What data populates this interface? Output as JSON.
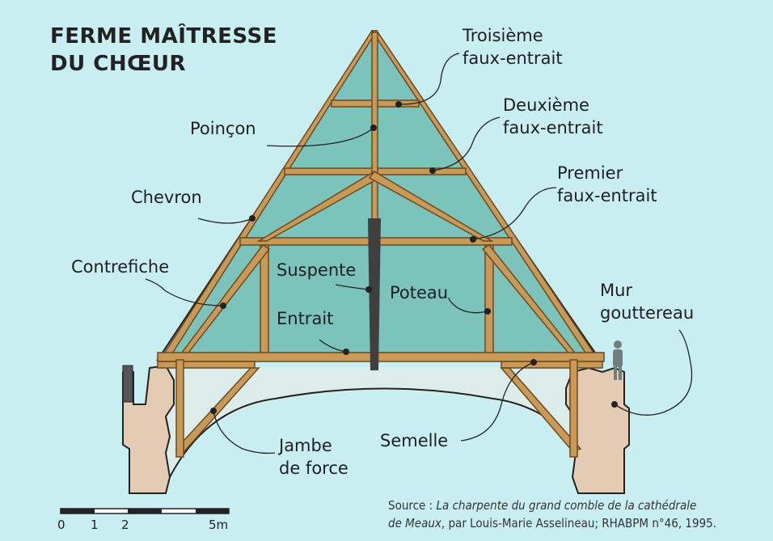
{
  "title": {
    "line1": "FERME MAÎTRESSE",
    "line2": "DU CHŒUR"
  },
  "labels": {
    "troisieme_1": "Troisième",
    "troisieme_2": "faux-entrait",
    "deuxieme_1": "Deuxième",
    "deuxieme_2": "faux-entrait",
    "premier_1": "Premier",
    "premier_2": "faux-entrait",
    "poincon": "Poinçon",
    "chevron": "Chevron",
    "contrefiche": "Contrefiche",
    "suspente": "Suspente",
    "poteau": "Poteau",
    "entrait": "Entrait",
    "mur_1": "Mur",
    "mur_2": "gouttereau",
    "jambe_1": "Jambe",
    "jambe_2": "de force",
    "semelle": "Semelle"
  },
  "source": {
    "prefix": "Source : ",
    "title": "La charpente du grand comble de la cathédrale",
    "title2": "de Meaux",
    "rest": ", par Louis-Marie Asselineau; RHABPM n°46, 1995."
  },
  "scale": {
    "t0": "0",
    "t1": "1",
    "t2": "2",
    "t5": "5m"
  },
  "colors": {
    "background": "#c9eef2",
    "roof_fill": "#7cc3bc",
    "timber": "#c99a57",
    "timber_edge": "#6b4a22",
    "masonry": "#e3ccb3",
    "vault": "#dcecea"
  }
}
